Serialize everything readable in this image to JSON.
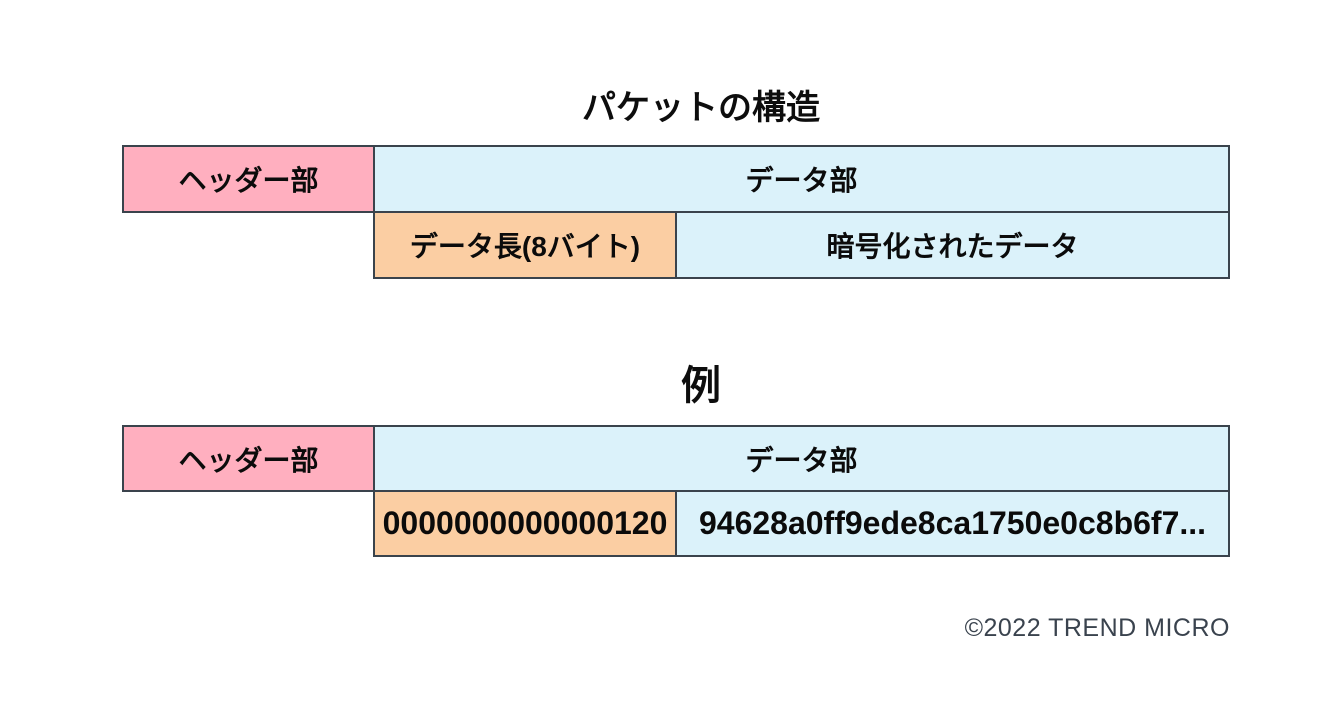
{
  "structure_diagram": {
    "title": "パケットの構造",
    "header_cell": "ヘッダー部",
    "data_cell": "データ部",
    "length_cell": "データ長(8バイト)",
    "encrypted_cell": "暗号化されたデータ"
  },
  "example_diagram": {
    "title": "例",
    "header_cell": "ヘッダー部",
    "data_cell": "データ部",
    "length_value": "0000000000000120",
    "encrypted_value": "94628a0ff9ede8ca1750e0c8b6f7..."
  },
  "footer": {
    "copyright": "©2022 TREND MICRO"
  },
  "colors": {
    "header_pink": "#FFAFBF",
    "data_blue": "#DBF2FA",
    "length_orange": "#FBCEA3",
    "border": "#3A434C",
    "copyright_gray": "#3A434E"
  }
}
